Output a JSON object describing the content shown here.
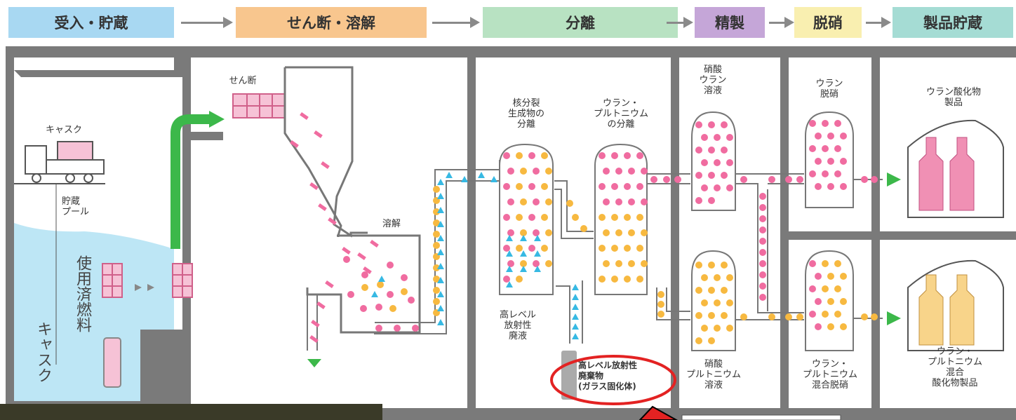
{
  "stages": [
    {
      "label": "受入・貯蔵",
      "color": "#a8d8f2"
    },
    {
      "label": "せん断・溶解",
      "color": "#f8c68e"
    },
    {
      "label": "分離",
      "color": "#b8e2c2"
    },
    {
      "label": "精製",
      "color": "#c5a6d8"
    },
    {
      "label": "脱硝",
      "color": "#f9efb0"
    },
    {
      "label": "製品貯蔵",
      "color": "#a5dcd4"
    }
  ],
  "labels": {
    "cask_top": "キャスク",
    "storage_pool": "貯蔵\nプール",
    "spent_fuel": "使用済燃料",
    "cask_vertical": "キャスク",
    "shearing": "せん断",
    "dissolution": "溶解",
    "fp_separation": "核分裂\n生成物の\n分離",
    "u_pu_separation": "ウラン・\nプルトニウム\nの分離",
    "hlw_liquid": "高レベル\n放射性\n廃液",
    "hlw_glass": "高レベル放射性\n廃棄物\n(ガラス固化体)",
    "uranyl_nitrate": "硝酸\nウラン\n溶液",
    "pu_nitrate": "硝酸\nプルトニウム\n溶液",
    "u_denitration": "ウラン\n脱硝",
    "mixed_denitration": "ウラン・\nプルトニウム\n混合脱硝",
    "u_oxide_product": "ウラン酸化物\n製品",
    "mox_product": "ウラン・\nプルトニウム\n混合\n酸化物製品"
  },
  "colors": {
    "wall": "#7a7a7a",
    "water": "#bde6f5",
    "pink": "#f06ca0",
    "orange": "#f7b940",
    "blue": "#37b9e3",
    "green": "#3cb84a",
    "highlight": "#e32222"
  }
}
